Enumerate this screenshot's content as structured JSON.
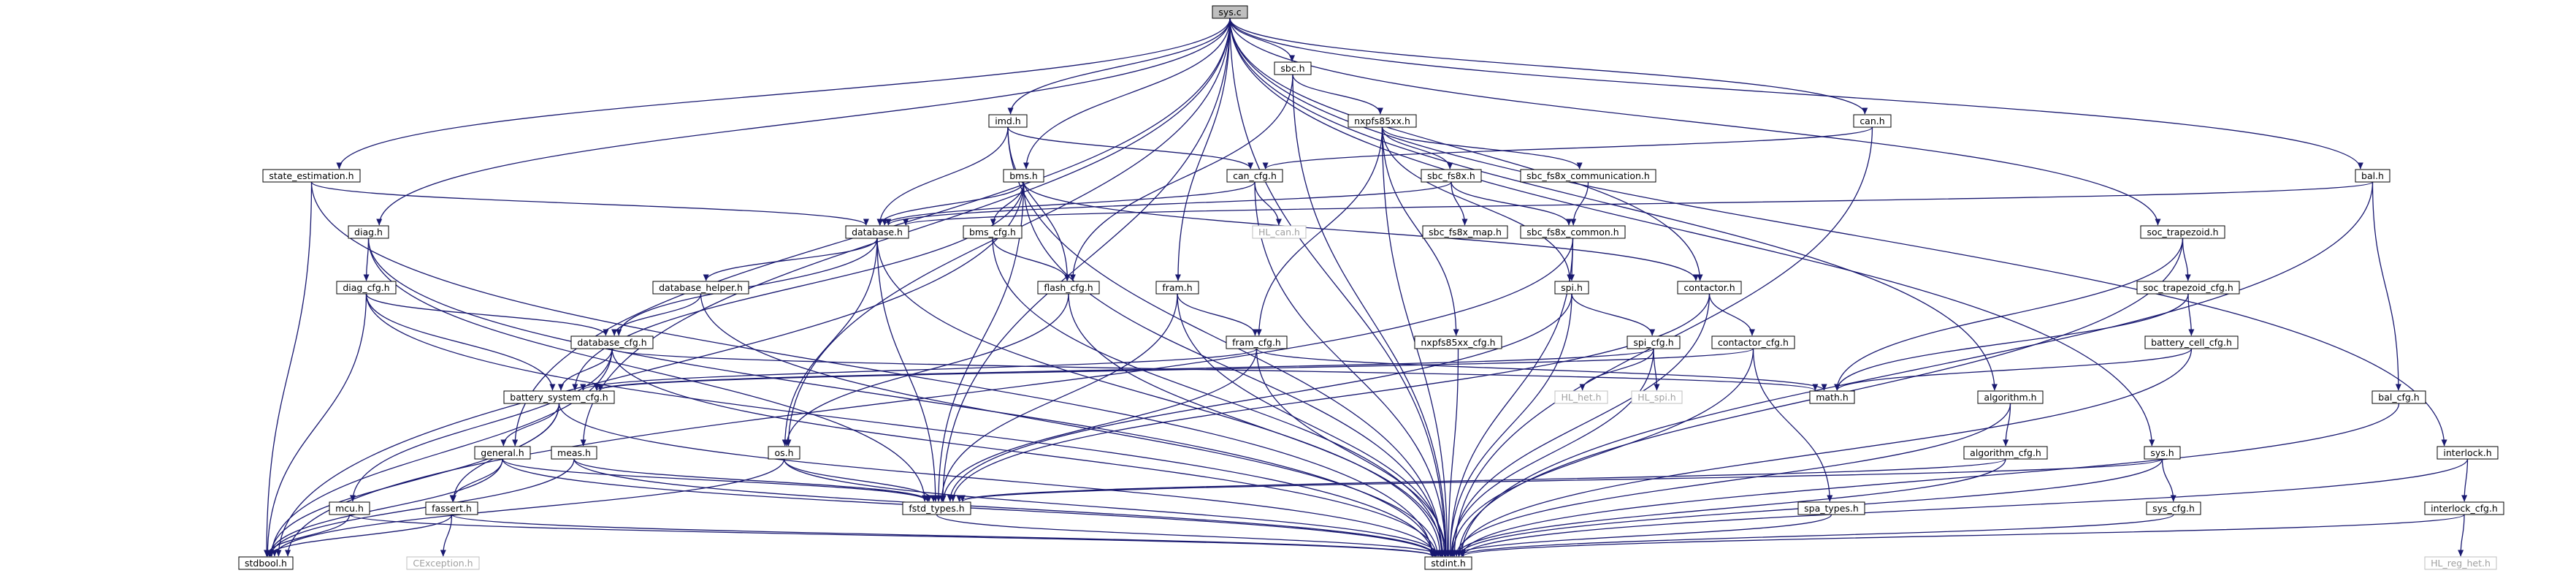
{
  "diagram": {
    "type": "include-dependency-graph",
    "colors": {
      "edge": "#191970",
      "root_fill": "#bfbfbf",
      "box_border": "#000000",
      "external_border": "#bfbfbf"
    },
    "nodes": [
      {
        "id": "sys_c",
        "label": "sys.c",
        "kind": "root"
      },
      {
        "id": "sbc_h",
        "label": "sbc.h"
      },
      {
        "id": "imd_h",
        "label": "imd.h"
      },
      {
        "id": "nxpfs85xx_h",
        "label": "nxpfs85xx.h"
      },
      {
        "id": "can_h",
        "label": "can.h"
      },
      {
        "id": "bal_h",
        "label": "bal.h"
      },
      {
        "id": "state_estimation_h",
        "label": "state_estimation.h"
      },
      {
        "id": "bms_h",
        "label": "bms.h"
      },
      {
        "id": "can_cfg_h",
        "label": "can_cfg.h"
      },
      {
        "id": "sbc_fs8x_h",
        "label": "sbc_fs8x.h"
      },
      {
        "id": "sbc_fs8x_communication_h",
        "label": "sbc_fs8x_communication.h"
      },
      {
        "id": "hl_can_h",
        "label": "HL_can.h",
        "kind": "external"
      },
      {
        "id": "database_h",
        "label": "database.h"
      },
      {
        "id": "bms_cfg_h",
        "label": "bms_cfg.h"
      },
      {
        "id": "sbc_fs8x_map_h",
        "label": "sbc_fs8x_map.h"
      },
      {
        "id": "sbc_fs8x_common_h",
        "label": "sbc_fs8x_common.h"
      },
      {
        "id": "diag_h",
        "label": "diag.h"
      },
      {
        "id": "soc_trapezoid_h",
        "label": "soc_trapezoid.h"
      },
      {
        "id": "diag_cfg_h",
        "label": "diag_cfg.h"
      },
      {
        "id": "database_helper_h",
        "label": "database_helper.h"
      },
      {
        "id": "flash_cfg_h",
        "label": "flash_cfg.h"
      },
      {
        "id": "fram_h",
        "label": "fram.h"
      },
      {
        "id": "spi_h",
        "label": "spi.h"
      },
      {
        "id": "contactor_h",
        "label": "contactor.h"
      },
      {
        "id": "soc_trapezoid_cfg_h",
        "label": "soc_trapezoid_cfg.h"
      },
      {
        "id": "database_cfg_h",
        "label": "database_cfg.h"
      },
      {
        "id": "fram_cfg_h",
        "label": "fram_cfg.h"
      },
      {
        "id": "nxpfs85xx_cfg_h",
        "label": "nxpfs85xx_cfg.h"
      },
      {
        "id": "spi_cfg_h",
        "label": "spi_cfg.h"
      },
      {
        "id": "contactor_cfg_h",
        "label": "contactor_cfg.h"
      },
      {
        "id": "battery_cell_cfg_h",
        "label": "battery_cell_cfg.h"
      },
      {
        "id": "bal_cfg_h",
        "label": "bal_cfg.h"
      },
      {
        "id": "battery_system_cfg_h",
        "label": "battery_system_cfg.h"
      },
      {
        "id": "hl_het_h",
        "label": "HL_het.h",
        "kind": "external"
      },
      {
        "id": "hl_spi_h",
        "label": "HL_spi.h",
        "kind": "external"
      },
      {
        "id": "math_h",
        "label": "math.h"
      },
      {
        "id": "algorithm_h",
        "label": "algorithm.h"
      },
      {
        "id": "general_h",
        "label": "general.h"
      },
      {
        "id": "meas_h",
        "label": "meas.h"
      },
      {
        "id": "os_h",
        "label": "os.h"
      },
      {
        "id": "algorithm_cfg_h",
        "label": "algorithm_cfg.h"
      },
      {
        "id": "sys_h",
        "label": "sys.h"
      },
      {
        "id": "interlock_h",
        "label": "interlock.h"
      },
      {
        "id": "mcu_h",
        "label": "mcu.h"
      },
      {
        "id": "fassert_h",
        "label": "fassert.h"
      },
      {
        "id": "fstd_types_h",
        "label": "fstd_types.h"
      },
      {
        "id": "spa_types_h",
        "label": "spa_types.h"
      },
      {
        "id": "sys_cfg_h",
        "label": "sys_cfg.h"
      },
      {
        "id": "interlock_cfg_h",
        "label": "interlock_cfg.h"
      },
      {
        "id": "stdbool_h",
        "label": "stdbool.h"
      },
      {
        "id": "cexception_h",
        "label": "CException.h",
        "kind": "external"
      },
      {
        "id": "stdint_h",
        "label": "stdint.h"
      },
      {
        "id": "hl_reg_het_h",
        "label": "HL_reg_het.h",
        "kind": "external"
      }
    ],
    "edges": [
      [
        "sys_c",
        "sbc_h"
      ],
      [
        "sys_c",
        "imd_h"
      ],
      [
        "sys_c",
        "can_h"
      ],
      [
        "sys_c",
        "bal_h"
      ],
      [
        "sys_c",
        "state_estimation_h"
      ],
      [
        "sys_c",
        "bms_h"
      ],
      [
        "sys_c",
        "diag_h"
      ],
      [
        "sys_c",
        "soc_trapezoid_h"
      ],
      [
        "sys_c",
        "fram_h"
      ],
      [
        "sys_c",
        "contactor_h"
      ],
      [
        "sys_c",
        "algorithm_h"
      ],
      [
        "sys_c",
        "general_h"
      ],
      [
        "sys_c",
        "meas_h"
      ],
      [
        "sys_c",
        "os_h"
      ],
      [
        "sys_c",
        "sys_h"
      ],
      [
        "sys_c",
        "interlock_h"
      ],
      [
        "sys_c",
        "fstd_types_h"
      ],
      [
        "sys_c",
        "stdint_h"
      ],
      [
        "sbc_h",
        "nxpfs85xx_h"
      ],
      [
        "sbc_h",
        "flash_cfg_h"
      ],
      [
        "sbc_h",
        "stdint_h"
      ],
      [
        "imd_h",
        "can_cfg_h"
      ],
      [
        "imd_h",
        "database_h"
      ],
      [
        "imd_h",
        "flash_cfg_h"
      ],
      [
        "imd_h",
        "stdint_h"
      ],
      [
        "nxpfs85xx_h",
        "sbc_fs8x_h"
      ],
      [
        "nxpfs85xx_h",
        "sbc_fs8x_communication_h"
      ],
      [
        "nxpfs85xx_h",
        "fram_cfg_h"
      ],
      [
        "nxpfs85xx_h",
        "nxpfs85xx_cfg_h"
      ],
      [
        "nxpfs85xx_h",
        "spi_h"
      ],
      [
        "nxpfs85xx_h",
        "stdint_h"
      ],
      [
        "can_h",
        "can_cfg_h"
      ],
      [
        "can_h",
        "stdint_h"
      ],
      [
        "bal_h",
        "database_h"
      ],
      [
        "bal_h",
        "bal_cfg_h"
      ],
      [
        "bal_h",
        "stdint_h"
      ],
      [
        "state_estimation_h",
        "database_h"
      ],
      [
        "state_estimation_h",
        "stdbool_h"
      ],
      [
        "state_estimation_h",
        "stdint_h"
      ],
      [
        "bms_h",
        "bms_cfg_h"
      ],
      [
        "bms_h",
        "database_h"
      ],
      [
        "bms_h",
        "contactor_h"
      ],
      [
        "bms_h",
        "battery_system_cfg_h"
      ],
      [
        "bms_h",
        "fstd_types_h"
      ],
      [
        "bms_h",
        "stdbool_h"
      ],
      [
        "bms_h",
        "stdint_h"
      ],
      [
        "can_cfg_h",
        "hl_can_h"
      ],
      [
        "can_cfg_h",
        "database_h"
      ],
      [
        "can_cfg_h",
        "stdint_h"
      ],
      [
        "sbc_fs8x_h",
        "sbc_fs8x_map_h"
      ],
      [
        "sbc_fs8x_h",
        "sbc_fs8x_common_h"
      ],
      [
        "sbc_fs8x_h",
        "database_h"
      ],
      [
        "sbc_fs8x_communication_h",
        "sbc_fs8x_common_h"
      ],
      [
        "database_h",
        "database_cfg_h"
      ],
      [
        "database_h",
        "database_helper_h"
      ],
      [
        "database_h",
        "os_h"
      ],
      [
        "database_h",
        "fstd_types_h"
      ],
      [
        "database_h",
        "stdint_h"
      ],
      [
        "bms_cfg_h",
        "flash_cfg_h"
      ],
      [
        "bms_cfg_h",
        "stdint_h"
      ],
      [
        "sbc_fs8x_common_h",
        "spi_h"
      ],
      [
        "sbc_fs8x_common_h",
        "stdbool_h"
      ],
      [
        "sbc_fs8x_common_h",
        "stdint_h"
      ],
      [
        "diag_h",
        "diag_cfg_h"
      ],
      [
        "diag_h",
        "fstd_types_h"
      ],
      [
        "diag_h",
        "stdint_h"
      ],
      [
        "soc_trapezoid_h",
        "soc_trapezoid_cfg_h"
      ],
      [
        "soc_trapezoid_h",
        "math_h"
      ],
      [
        "soc_trapezoid_h",
        "stdint_h"
      ],
      [
        "diag_cfg_h",
        "database_cfg_h"
      ],
      [
        "diag_cfg_h",
        "battery_system_cfg_h"
      ],
      [
        "diag_cfg_h",
        "stdbool_h"
      ],
      [
        "diag_cfg_h",
        "stdint_h"
      ],
      [
        "database_helper_h",
        "database_cfg_h"
      ],
      [
        "database_helper_h",
        "stdint_h"
      ],
      [
        "flash_cfg_h",
        "os_h"
      ],
      [
        "flash_cfg_h",
        "stdint_h"
      ],
      [
        "fram_h",
        "fram_cfg_h"
      ],
      [
        "fram_h",
        "fstd_types_h"
      ],
      [
        "fram_h",
        "stdint_h"
      ],
      [
        "spi_h",
        "spi_cfg_h"
      ],
      [
        "spi_h",
        "fstd_types_h"
      ],
      [
        "spi_h",
        "stdint_h"
      ],
      [
        "contactor_h",
        "contactor_cfg_h"
      ],
      [
        "contactor_h",
        "fstd_types_h"
      ],
      [
        "contactor_h",
        "stdint_h"
      ],
      [
        "soc_trapezoid_cfg_h",
        "battery_cell_cfg_h"
      ],
      [
        "soc_trapezoid_cfg_h",
        "math_h"
      ],
      [
        "database_cfg_h",
        "battery_system_cfg_h"
      ],
      [
        "database_cfg_h",
        "mcu_h"
      ],
      [
        "database_cfg_h",
        "math_h"
      ],
      [
        "database_cfg_h",
        "stdbool_h"
      ],
      [
        "database_cfg_h",
        "stdint_h"
      ],
      [
        "fram_cfg_h",
        "battery_system_cfg_h"
      ],
      [
        "fram_cfg_h",
        "math_h"
      ],
      [
        "fram_cfg_h",
        "fstd_types_h"
      ],
      [
        "fram_cfg_h",
        "stdint_h"
      ],
      [
        "nxpfs85xx_cfg_h",
        "stdint_h"
      ],
      [
        "spi_cfg_h",
        "hl_het_h"
      ],
      [
        "spi_cfg_h",
        "hl_spi_h"
      ],
      [
        "spi_cfg_h",
        "battery_system_cfg_h"
      ],
      [
        "spi_cfg_h",
        "stdint_h"
      ],
      [
        "contactor_cfg_h",
        "battery_system_cfg_h"
      ],
      [
        "contactor_cfg_h",
        "spa_types_h"
      ],
      [
        "contactor_cfg_h",
        "stdint_h"
      ],
      [
        "battery_cell_cfg_h",
        "math_h"
      ],
      [
        "battery_cell_cfg_h",
        "stdint_h"
      ],
      [
        "bal_cfg_h",
        "stdint_h"
      ],
      [
        "battery_system_cfg_h",
        "general_h"
      ],
      [
        "battery_system_cfg_h",
        "fassert_h"
      ],
      [
        "battery_system_cfg_h",
        "stdbool_h"
      ],
      [
        "battery_system_cfg_h",
        "stdint_h"
      ],
      [
        "algorithm_h",
        "algorithm_cfg_h"
      ],
      [
        "algorithm_h",
        "stdint_h"
      ],
      [
        "general_h",
        "fassert_h"
      ],
      [
        "general_h",
        "fstd_types_h"
      ],
      [
        "general_h",
        "stdbool_h"
      ],
      [
        "general_h",
        "stdint_h"
      ],
      [
        "meas_h",
        "fstd_types_h"
      ],
      [
        "meas_h",
        "stdbool_h"
      ],
      [
        "meas_h",
        "stdint_h"
      ],
      [
        "os_h",
        "fstd_types_h"
      ],
      [
        "os_h",
        "stdbool_h"
      ],
      [
        "os_h",
        "stdint_h"
      ],
      [
        "algorithm_cfg_h",
        "fstd_types_h"
      ],
      [
        "algorithm_cfg_h",
        "stdint_h"
      ],
      [
        "sys_h",
        "sys_cfg_h"
      ],
      [
        "sys_h",
        "fstd_types_h"
      ],
      [
        "sys_h",
        "stdint_h"
      ],
      [
        "interlock_h",
        "interlock_cfg_h"
      ],
      [
        "interlock_h",
        "stdint_h"
      ],
      [
        "mcu_h",
        "stdbool_h"
      ],
      [
        "mcu_h",
        "stdint_h"
      ],
      [
        "fassert_h",
        "cexception_h"
      ],
      [
        "fassert_h",
        "stdbool_h"
      ],
      [
        "fassert_h",
        "stdint_h"
      ],
      [
        "fstd_types_h",
        "stdint_h"
      ],
      [
        "spa_types_h",
        "stdint_h"
      ],
      [
        "sys_cfg_h",
        "stdint_h"
      ],
      [
        "interlock_cfg_h",
        "hl_reg_het_h"
      ],
      [
        "interlock_cfg_h",
        "stdint_h"
      ]
    ]
  }
}
